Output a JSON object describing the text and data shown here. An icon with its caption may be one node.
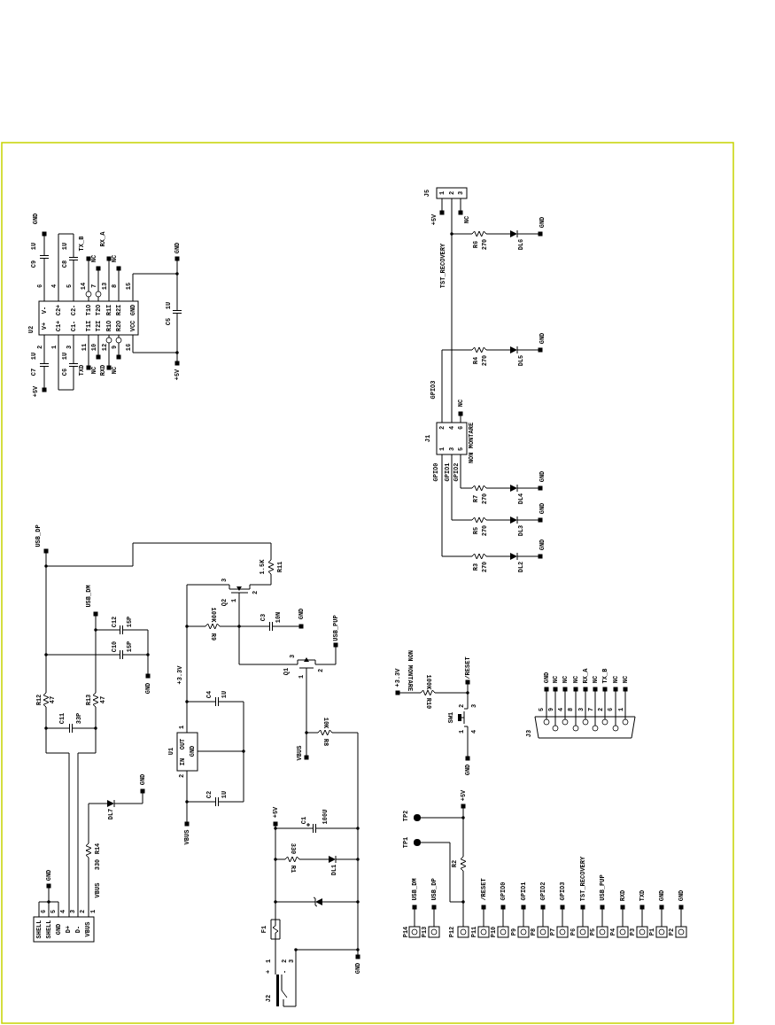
{
  "diagram": {
    "labels": [
      "GND",
      "1U",
      "C9",
      "1U",
      "C8",
      "TX_B",
      "RX_A",
      "NC",
      "NC",
      "6",
      "4",
      "5",
      "14",
      "7",
      "13",
      "8",
      "15",
      "V-",
      "C2+",
      "C2-",
      "T1O",
      "T2O",
      "R1I",
      "R2I",
      "GND",
      "U2",
      "2",
      "V+",
      "1",
      "C1+",
      "3",
      "C1-",
      "11",
      "T1I",
      "10",
      "T2I",
      "12",
      "R1O",
      "9",
      "R2O",
      "16",
      "VCC",
      "1U",
      "C7",
      "1U",
      "C6",
      "TXD",
      "NC",
      "RXD",
      "NC",
      "+5V",
      "GND",
      "1U",
      "C5",
      "+5V",
      "J5",
      "1",
      "2",
      "3",
      "+5V",
      "NC",
      "TST_RECOVERY",
      "R6",
      "270",
      "DL6",
      "GND",
      "GPIO3",
      "R4",
      "270",
      "DL5",
      "GND",
      "NC",
      "J1",
      "2",
      "4",
      "6",
      "1",
      "3",
      "5",
      "NON MONTARE",
      "GPIO0",
      "GPIO1",
      "GPIO2",
      "R7",
      "270",
      "DL4",
      "GND",
      "R5",
      "270",
      "DL3",
      "GND",
      "R3",
      "270",
      "DL2",
      "GND",
      "USB_DP",
      "USB_DM",
      "C12",
      "15P",
      "C10",
      "15P",
      "GND",
      "R12",
      "47",
      "R13",
      "47",
      "C11",
      "33P",
      "+3.3V",
      "C4",
      "1U",
      "U1",
      "OUT",
      "GND",
      "IN",
      "1",
      "2",
      "Q2",
      "3",
      "1",
      "2",
      "1.5K",
      "R11",
      "100K",
      "R9",
      "C3",
      "10N",
      "GND",
      "USB_PUP",
      "Q1",
      "3",
      "1",
      "2",
      "10K",
      "R8",
      "VBUS",
      "GND",
      "DL7",
      "R14",
      "330",
      "VBUS",
      "C2",
      "1U",
      "VBUS",
      "GND",
      "6",
      "5",
      "4",
      "3",
      "2",
      "1",
      "SHELL",
      "SHELL",
      "GND",
      "D+",
      "D-",
      "VBUS",
      "+5V",
      "C1",
      "100U",
      "330",
      "R1",
      "DL1",
      "F1",
      "GND",
      "J2",
      "1",
      "+",
      "2",
      "-",
      "3",
      "+3.3V",
      "NON MONTARE",
      "100K",
      "R10",
      "/RESET",
      "2",
      "3",
      "SW1",
      "1",
      "4",
      "GND",
      "GND",
      "NC",
      "NC",
      "NC",
      "RX_A",
      "NC",
      "TX_B",
      "NC",
      "NC",
      "5",
      "9",
      "4",
      "8",
      "3",
      "7",
      "2",
      "6",
      "1",
      "J3",
      "TP2",
      "TP1",
      "+5V",
      "R2",
      "USB_DM",
      "USB_DP",
      "/RESET",
      "GPIO0",
      "GPIO1",
      "GPIO2",
      "GPIO3",
      "TST_RECOVERY",
      "USB_PUP",
      "RXD",
      "TXD",
      "GND",
      "GND",
      "P14",
      "P13",
      "P12",
      "P11",
      "P10",
      "P9",
      "P8",
      "P7",
      "P6",
      "P5",
      "P4",
      "P3",
      "P1",
      "P2"
    ]
  }
}
